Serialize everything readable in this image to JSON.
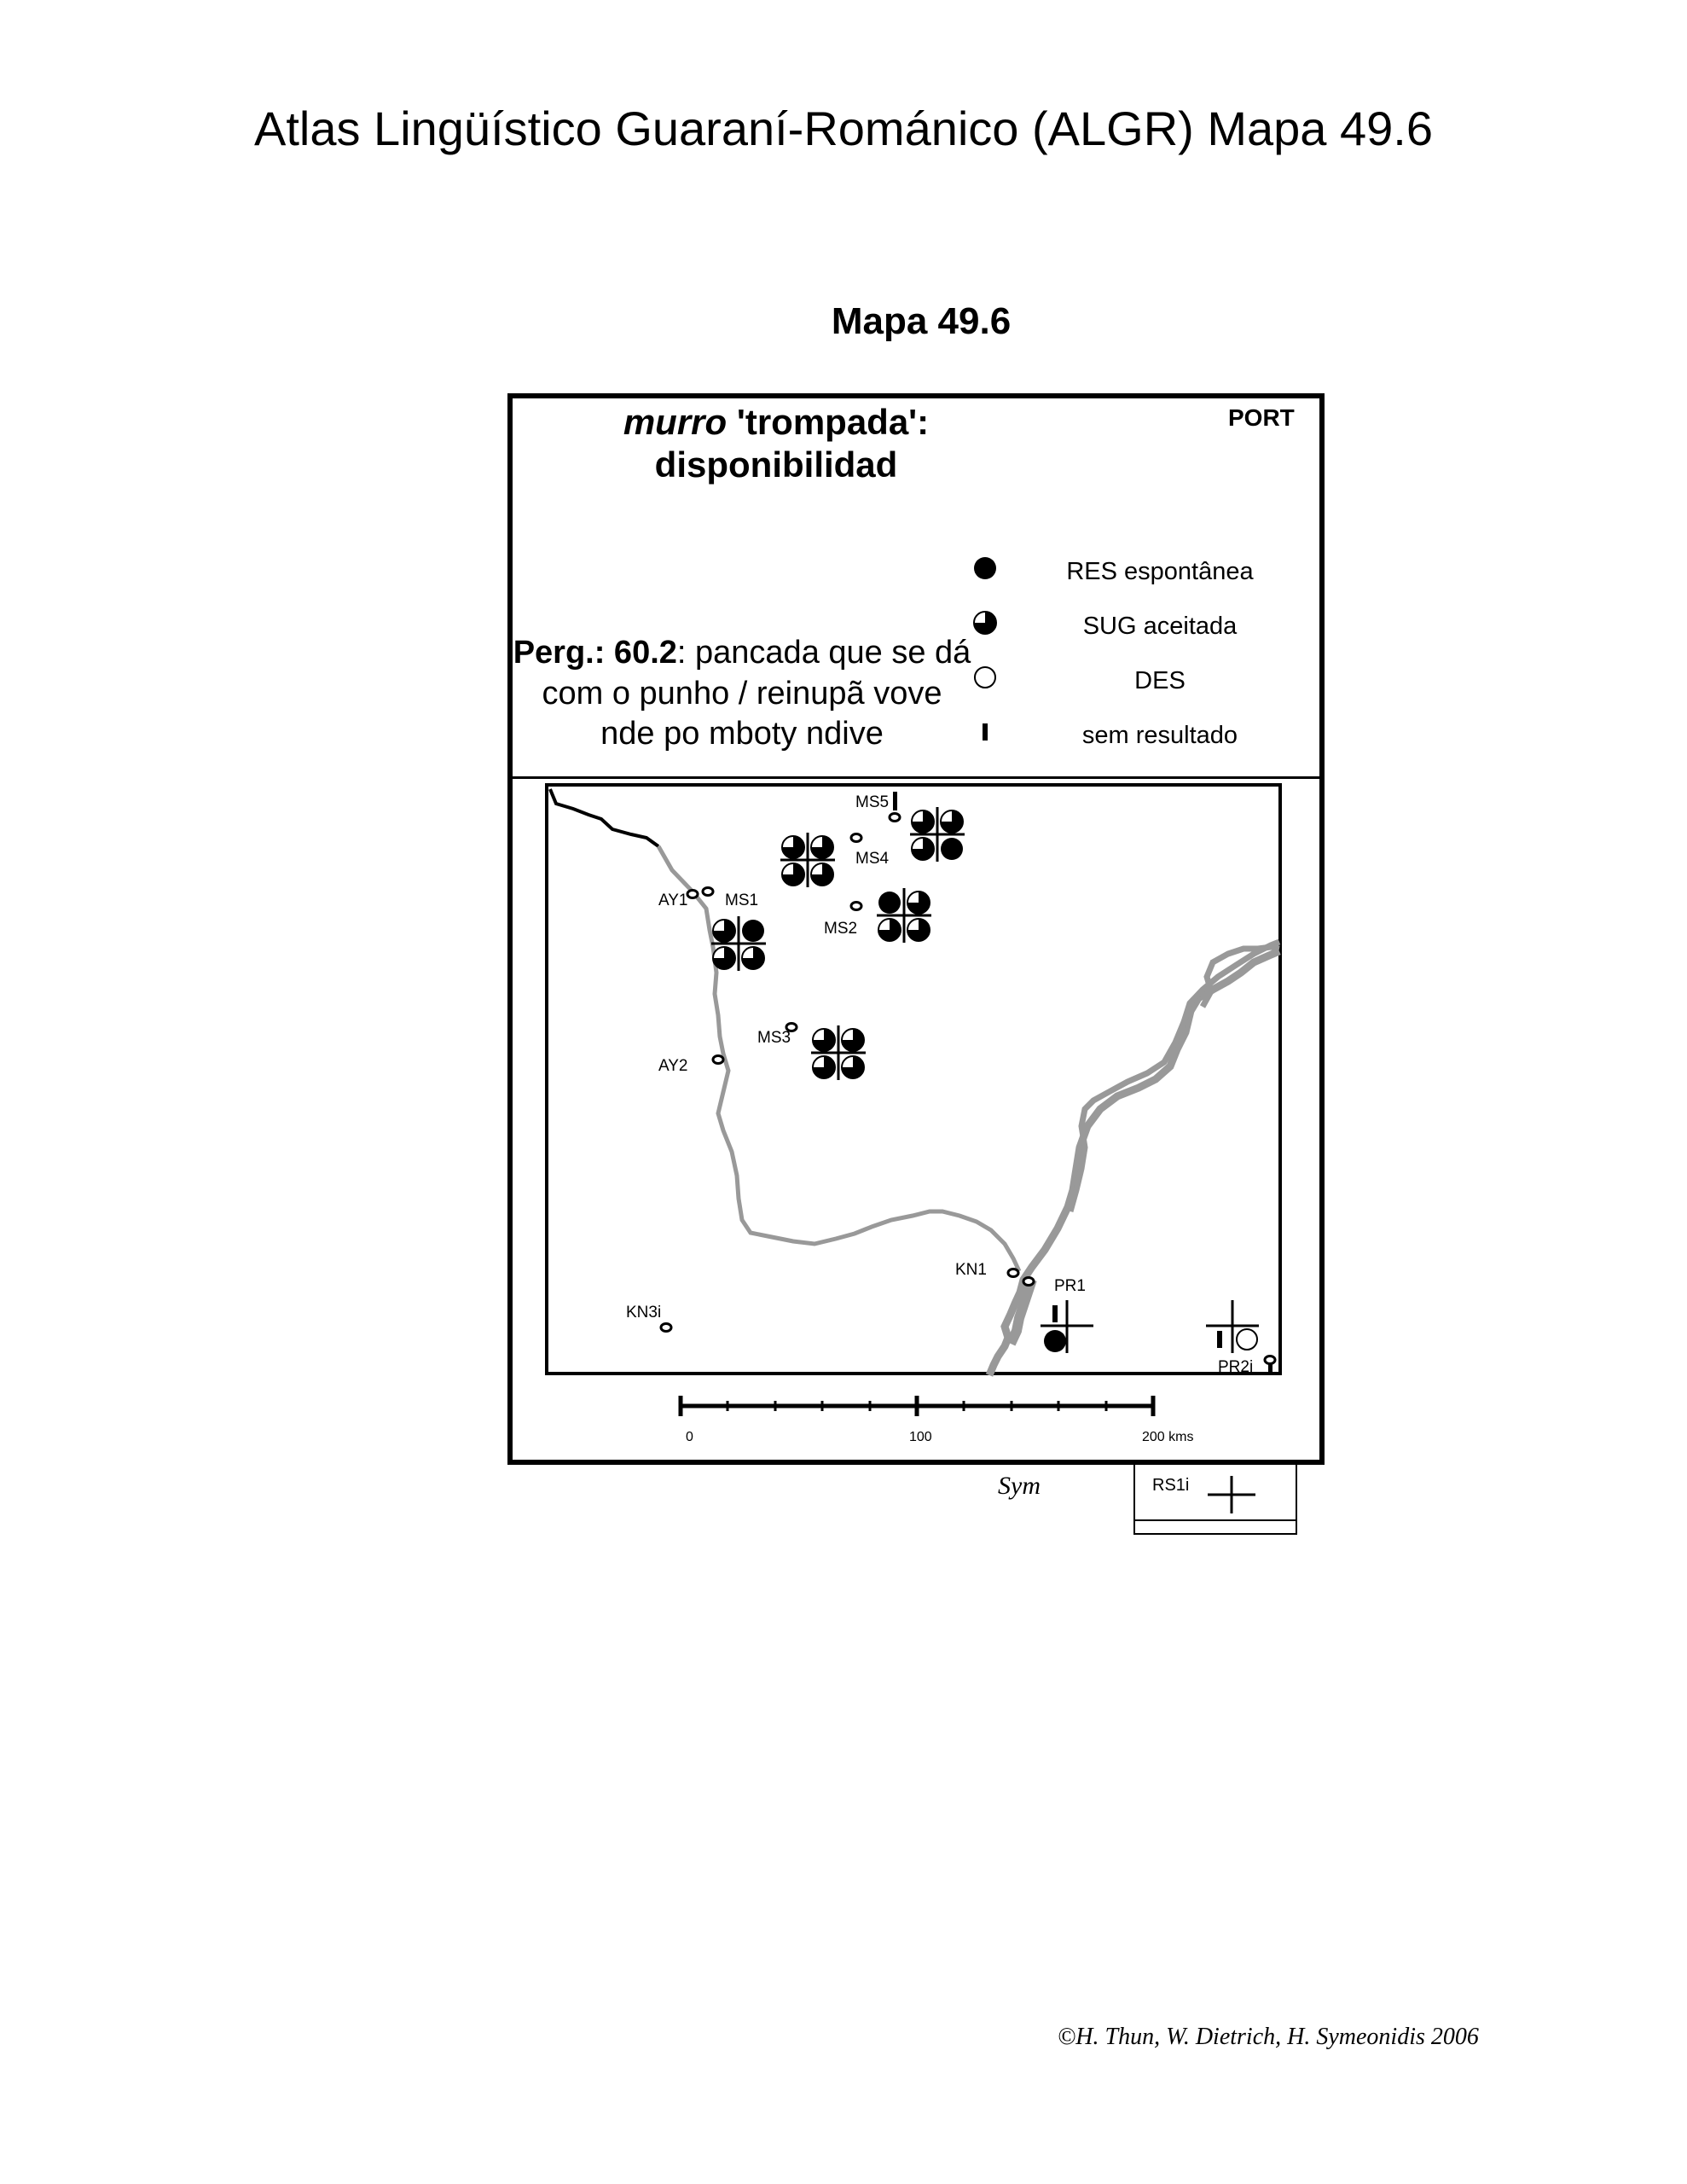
{
  "header": {
    "title": "Atlas Lingüístico Guaraní-Románico (ALGR)  Mapa 49.6"
  },
  "map_heading": "Mapa 49.6",
  "map_title": {
    "word": "murro",
    "gloss": " 'trompada':",
    "line2": "disponibilidad"
  },
  "region_code": "PORT",
  "question": {
    "label": "Perg.: 60.2",
    "text": ": pancada que se dá com o punho / reinupã vove nde po mboty ndive"
  },
  "legend": [
    {
      "symbol": "filled-circle-icon",
      "label": "RES espontânea"
    },
    {
      "symbol": "three-quarter-circle-icon",
      "label": "SUG aceitada"
    },
    {
      "symbol": "empty-circle-icon",
      "label": "DES"
    },
    {
      "symbol": "bar-icon",
      "label": "sem resultado"
    }
  ],
  "locations": [
    {
      "code": "MS5"
    },
    {
      "code": "MS4"
    },
    {
      "code": "AY1"
    },
    {
      "code": "MS1"
    },
    {
      "code": "MS2"
    },
    {
      "code": "MS3"
    },
    {
      "code": "AY2"
    },
    {
      "code": "KN1"
    },
    {
      "code": "PR1"
    },
    {
      "code": "KN3i"
    },
    {
      "code": "PR2i"
    }
  ],
  "scale": {
    "ticks": [
      "0",
      "100",
      "200 kms"
    ]
  },
  "sym_label": "Sym",
  "sym_box_label": "RS1i",
  "copyright": "©H. Thun, W. Dietrich, H. Symeonidis 2006",
  "colors": {
    "border": "#000000",
    "river": "#999999",
    "boundary": "#999999"
  }
}
